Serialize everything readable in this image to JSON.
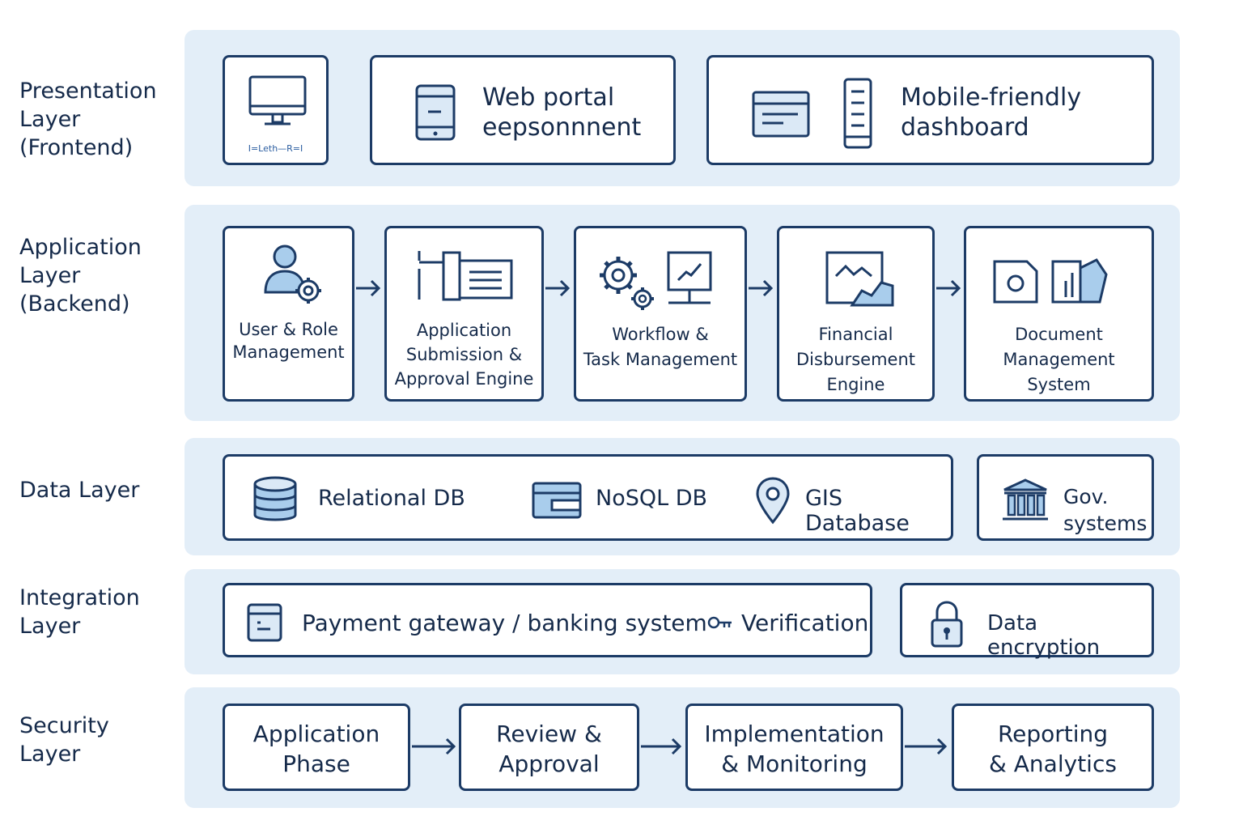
{
  "layers": [
    {
      "label": "Presentation\nLayer\n(Frontend)"
    },
    {
      "label": "Application\nLayer\n(Backend)"
    },
    {
      "label": "Data Layer"
    },
    {
      "label": "Integration\nLayer"
    },
    {
      "label": "Security\nLayer"
    }
  ],
  "presentation": {
    "monitor_caption": "I=Leth—R=I",
    "web_portal": "Web portal\neepsonnnent",
    "mobile_dashboard": "Mobile-friendly\ndashboard"
  },
  "application": {
    "modules": [
      {
        "label": "User & Role\nManagement",
        "icon": "user-gear-icon"
      },
      {
        "label": "Application\nSubmission &\nApproval Engine",
        "icon": "form-icon"
      },
      {
        "label": "Workflow &\nTask Management",
        "icon": "gears-chart-icon"
      },
      {
        "label": "Financial\nDisbursement\nEngine",
        "icon": "finance-chart-icon"
      },
      {
        "label": "Document\nManagement\nSystem",
        "icon": "document-icon"
      }
    ]
  },
  "data_layer": {
    "relational_db": "Relational DB",
    "nosql_db": "NoSQL DB",
    "gis_database": "GIS Database",
    "gov_systems": "Gov.\nsystems"
  },
  "integration": {
    "payment": "Payment gateway / banking system",
    "verification": "Verification",
    "encryption": "Data encryption"
  },
  "security": {
    "phases": [
      {
        "label": "Application\nPhase"
      },
      {
        "label": "Review &\nApproval"
      },
      {
        "label": "Implementation\n& Monitoring"
      },
      {
        "label": "Reporting\n& Analytics"
      }
    ]
  },
  "colors": {
    "band_bg": "#e3eef8",
    "stroke": "#1c3b66",
    "icon_fill": "#a9cdec",
    "text": "#152a4a"
  }
}
